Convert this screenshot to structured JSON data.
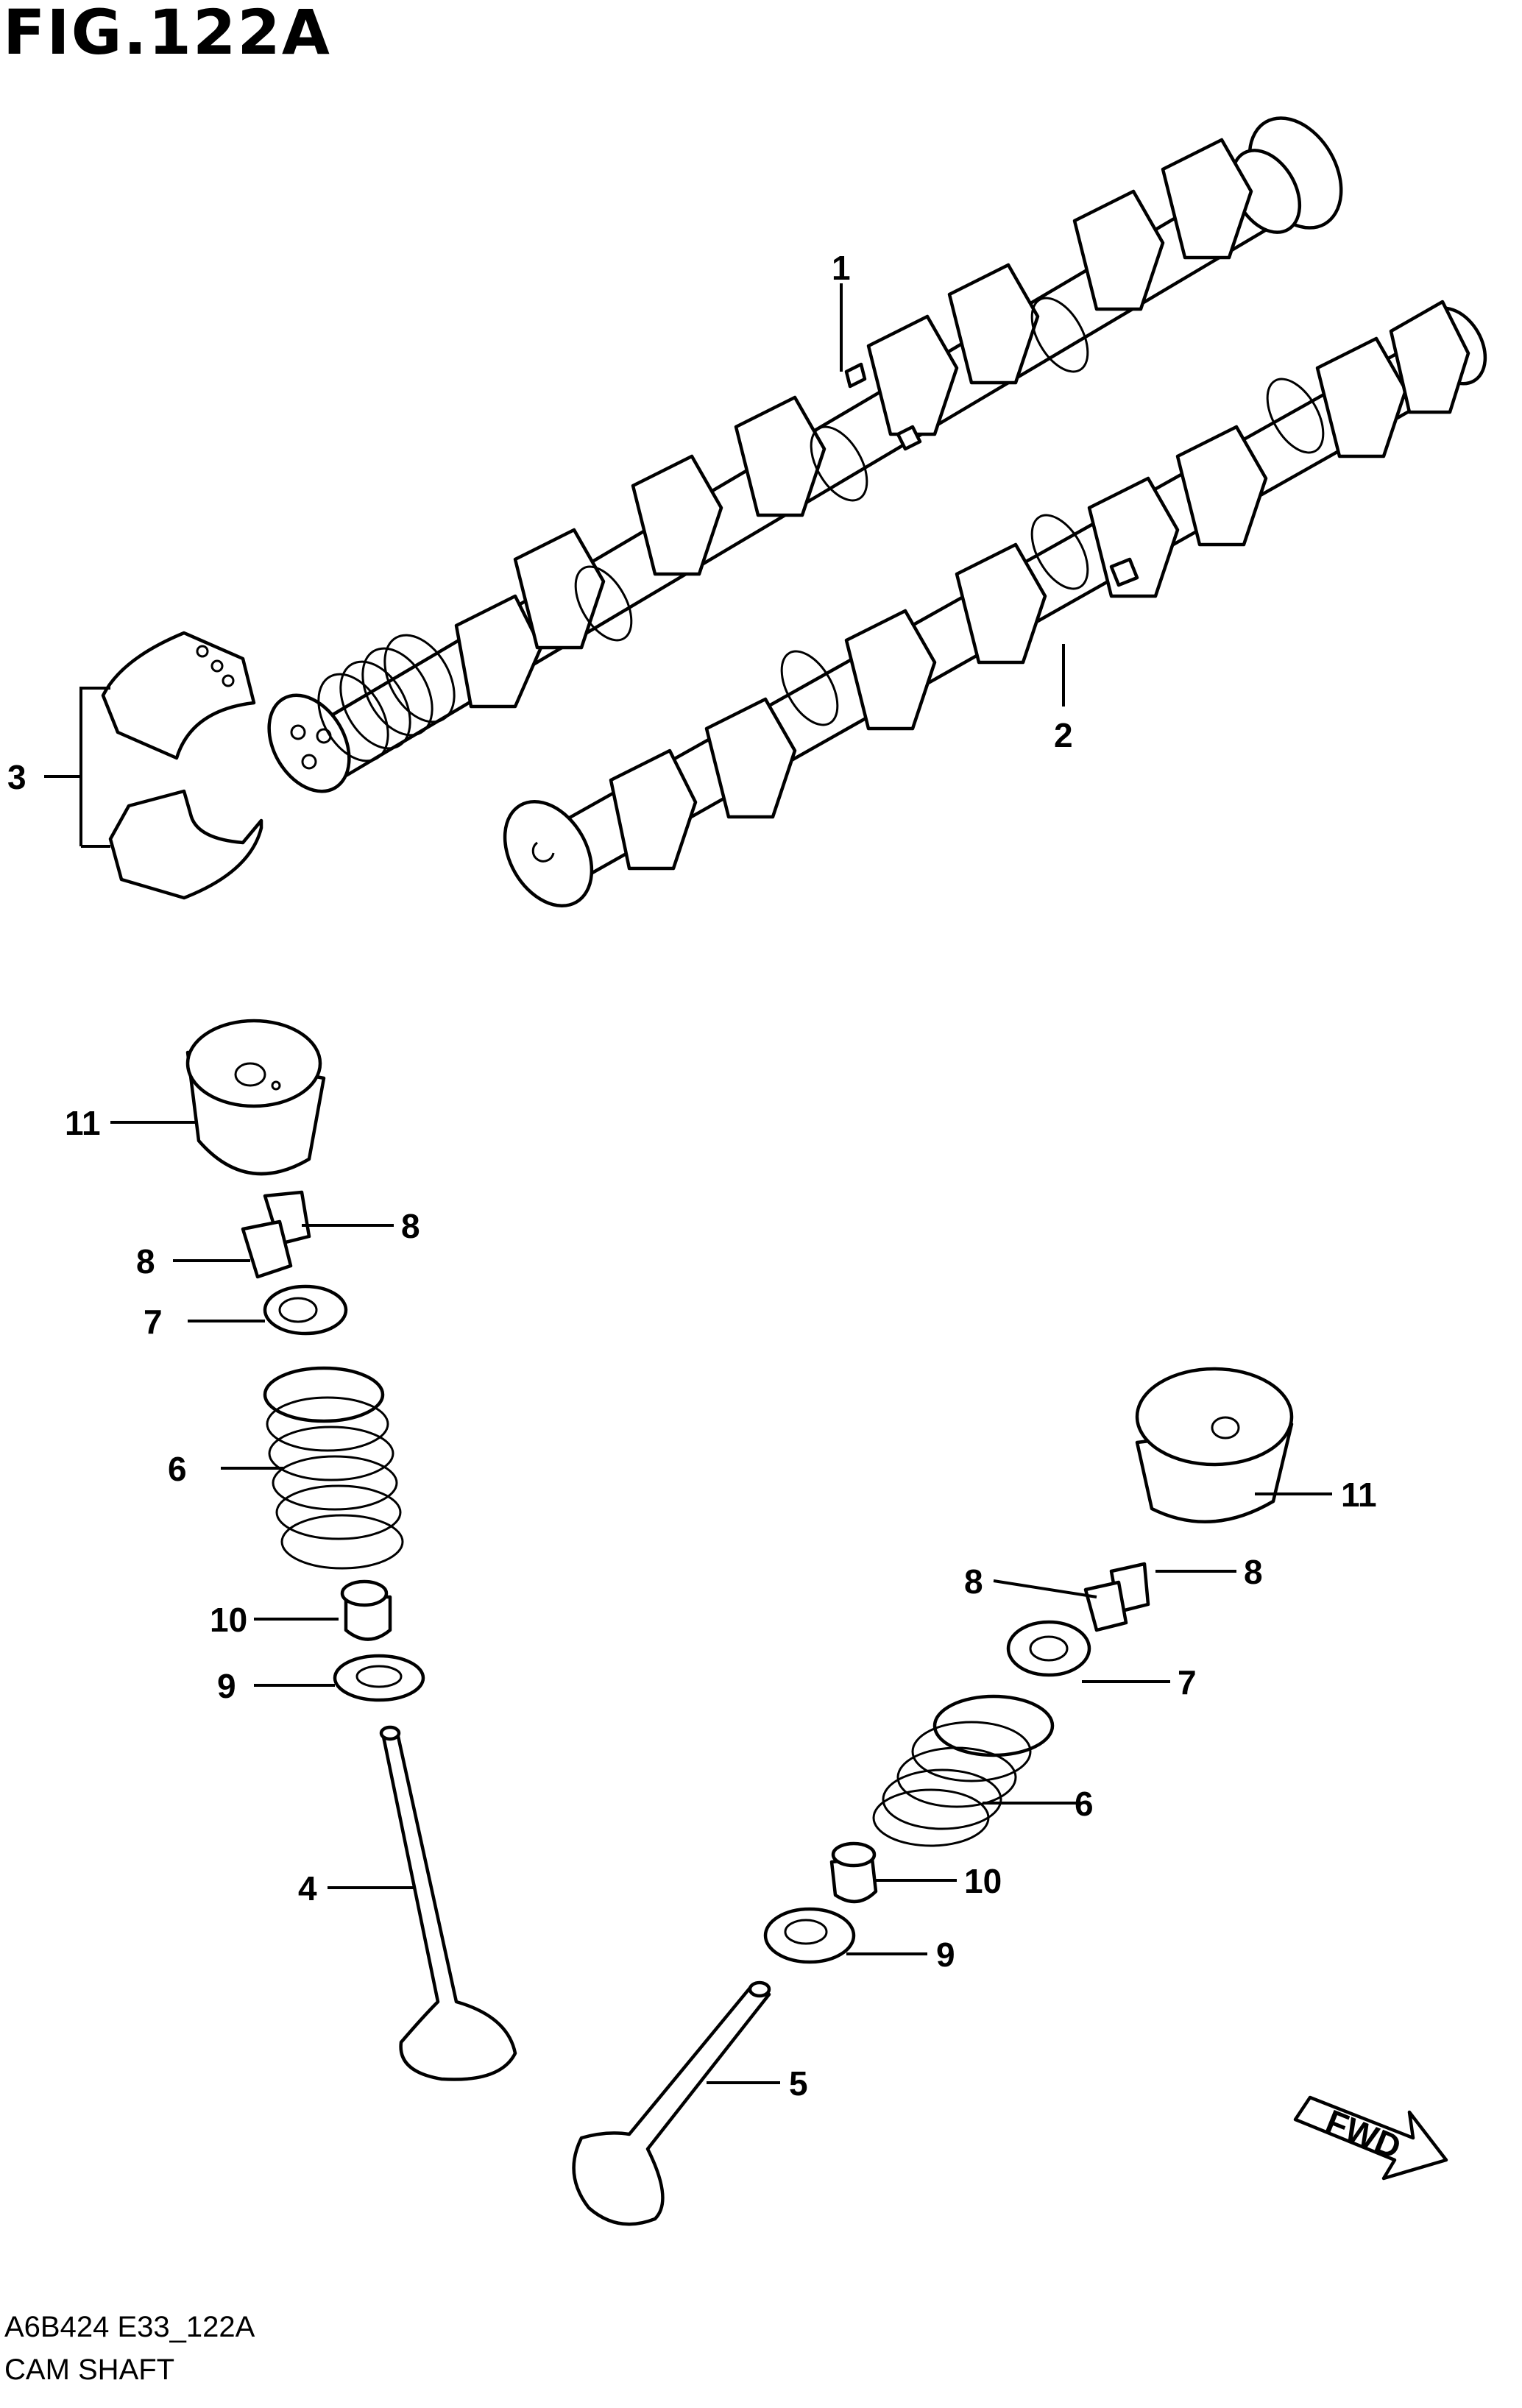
{
  "figure": {
    "title": "FIG.122A",
    "code": "A6B424 E33_122A",
    "name": "CAM SHAFT"
  },
  "arrow": {
    "label": "FWD"
  },
  "callouts": [
    {
      "id": "c1",
      "label": "1"
    },
    {
      "id": "c2",
      "label": "2"
    },
    {
      "id": "c3",
      "label": "3"
    },
    {
      "id": "c4",
      "label": "4"
    },
    {
      "id": "c5",
      "label": "5"
    },
    {
      "id": "c6a",
      "label": "6"
    },
    {
      "id": "c6b",
      "label": "6"
    },
    {
      "id": "c7a",
      "label": "7"
    },
    {
      "id": "c7b",
      "label": "7"
    },
    {
      "id": "c8a",
      "label": "8"
    },
    {
      "id": "c8b",
      "label": "8"
    },
    {
      "id": "c8c",
      "label": "8"
    },
    {
      "id": "c8d",
      "label": "8"
    },
    {
      "id": "c9a",
      "label": "9"
    },
    {
      "id": "c9b",
      "label": "9"
    },
    {
      "id": "c10a",
      "label": "10"
    },
    {
      "id": "c10b",
      "label": "10"
    },
    {
      "id": "c11a",
      "label": "11"
    },
    {
      "id": "c11b",
      "label": "11"
    }
  ]
}
